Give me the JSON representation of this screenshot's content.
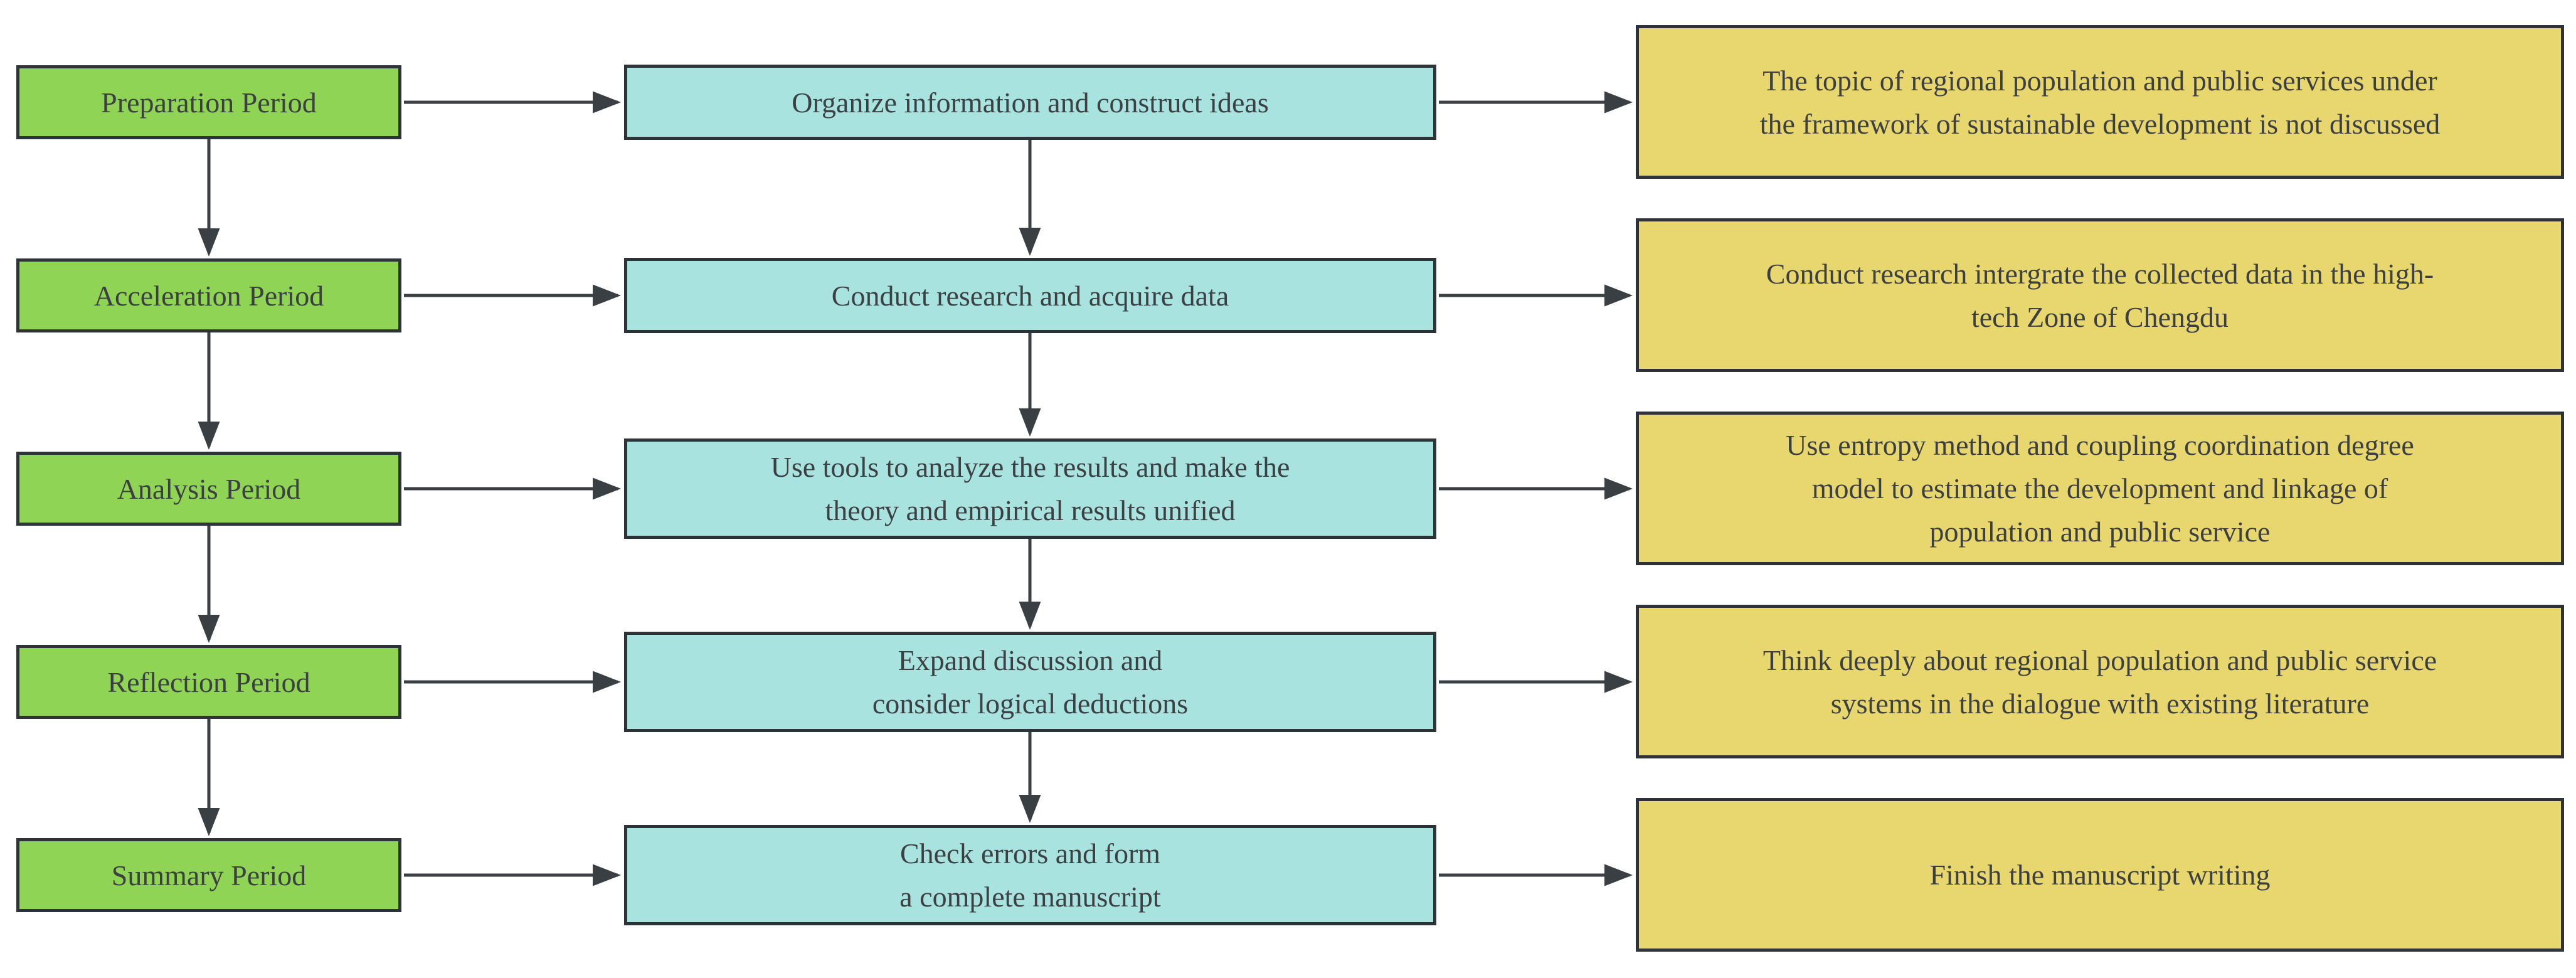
{
  "diagram": {
    "type": "flowchart",
    "columns": [
      "period",
      "task",
      "detail"
    ],
    "rows": [
      {
        "stage": "Preparation Period",
        "action": "Organize information and construct ideas",
        "outcome": "The topic of regional population and public services under\nthe framework of sustainable development is not discussed"
      },
      {
        "stage": "Acceleration Period",
        "action": "Conduct research and acquire data",
        "outcome": "Conduct research intergrate the collected data in the high-\ntech Zone of Chengdu"
      },
      {
        "stage": "Analysis Period",
        "action": "Use tools to analyze the results and make the\ntheory and empirical results unified",
        "outcome": "Use entropy method and coupling coordination degree\nmodel to estimate the development and linkage of\npopulation and public service"
      },
      {
        "stage": "Reflection Period",
        "action": "Expand discussion and\nconsider logical deductions",
        "outcome": "Think deeply about regional population and public service\nsystems in the dialogue with existing literature"
      },
      {
        "stage": "Summary Period",
        "action": "Check errors and form\na complete manuscript",
        "outcome": "Finish the manuscript writing"
      }
    ]
  },
  "colors": {
    "stage_fill": "#8fd455",
    "action_fill": "#a8e3e0",
    "outcome_fill": "#e8d76e",
    "border": "#2e3338",
    "arrow": "#3a3f44",
    "text": "#3c4043",
    "background": "#ffffff"
  }
}
